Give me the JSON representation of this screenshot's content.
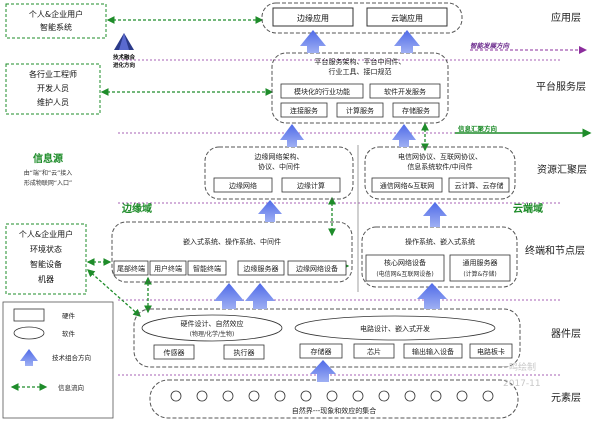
{
  "layers": {
    "application": "应用层",
    "platform_service": "平台服务层",
    "resource_aggregation": "资源汇聚层",
    "terminal_node": "终端和节点层",
    "device": "器件层",
    "element": "元素层"
  },
  "left_panel": {
    "users_top": {
      "line1": "个人&企业用户",
      "line2": "智能系统"
    },
    "engineers": {
      "line1": "各行业工程师",
      "line2": "开发人员",
      "line3": "维护人员"
    },
    "info_source": {
      "title": "信息源",
      "line1": "由“端”和“云”接入",
      "line2": "形成物联网“入口”"
    },
    "users_bottom": {
      "line1": "个人&企业用户",
      "line2": "环境状态",
      "line3": "智能设备",
      "line4": "机器"
    },
    "logo_line1": "技术融合",
    "logo_line2": "进化方向"
  },
  "application_layer": {
    "edge_app": "边缘应用",
    "cloud_app": "云端应用"
  },
  "platform_layer": {
    "desc_line1": "平台服务架构、平台中间件、",
    "desc_line2": "行业工具、接口规范",
    "industry_func": "模块化的行业功能",
    "software_dev": "软件开发服务",
    "connect_service": "连接服务",
    "compute_service": "计算服务",
    "storage_service": "存储服务"
  },
  "resource_layer": {
    "edge_desc_line1": "边缘网络架构、",
    "edge_desc_line2": "协议、中间件",
    "edge_network": "边缘网络",
    "edge_compute": "边缘计算",
    "cloud_desc_line1": "电信网协议、互联网协议、",
    "cloud_desc_line2": "信息系统软件/中间件",
    "comm_network": "通信网络&互联网",
    "cloud_compute_storage": "云计算、云存储"
  },
  "domains": {
    "edge": "边缘域",
    "cloud": "云端域"
  },
  "terminal_layer": {
    "edge_desc": "嵌入式系统、操作系统、中间件",
    "cloud_desc": "操作系统、嵌入式系统",
    "tail_terminal": "尾部终端",
    "user_terminal": "用户终端",
    "smart_terminal": "智能终端",
    "edge_server": "边缘服务器",
    "edge_net_device": "边缘网络设备",
    "core_net_device": {
      "line1": "核心网络设备",
      "line2": "(电信网&互联网设备)"
    },
    "general_server": {
      "line1": "通用服务器",
      "line2": "(计算&存储)"
    }
  },
  "device_layer": {
    "hw_desc_line1": "硬件设计、自然效应",
    "hw_desc_line2": "(物理/化学/生物)",
    "circuit_desc": "电路设计、嵌入式开发",
    "sensor": "传感器",
    "actuator": "执行器",
    "memory": "存储器",
    "chip": "芯片",
    "io_device": "输出输入设备",
    "circuit_board": "电路板卡"
  },
  "element_layer": {
    "caption": "自然界---现象和效应的集合"
  },
  "directions": {
    "intelligence": "智能发展方向",
    "info_aggregation": "信息汇聚方向"
  },
  "legend": {
    "hardware": "硬件",
    "software": "软件",
    "tech_direction": "技术组合方向",
    "info_flow": "信息流向"
  },
  "watermark": {
    "line1": "一鸣绘制",
    "line2": "2017-11"
  },
  "colors": {
    "green": "#1e8c2a",
    "blue_arrow": "#3a52d0",
    "purple": "#8b2d9c",
    "dash_gray": "#555555"
  }
}
